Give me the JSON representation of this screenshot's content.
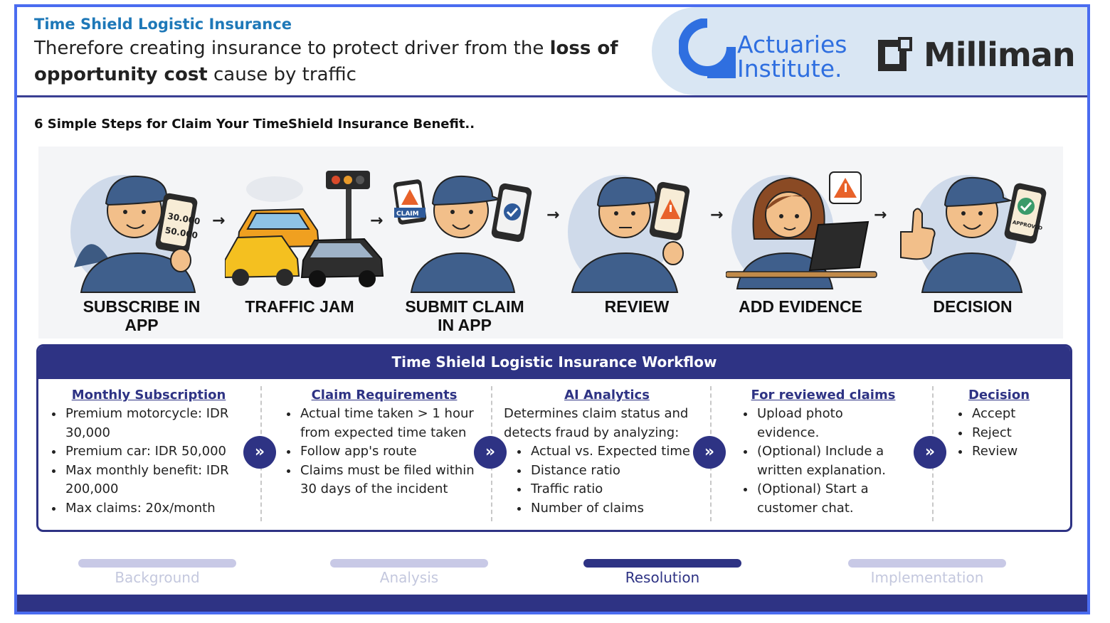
{
  "header": {
    "brand": "Time Shield Logistic Insurance",
    "headline_pre": "Therefore creating insurance to protect driver from the ",
    "headline_bold1": "loss of",
    "headline_bold2": "opportunity cost",
    "headline_post": " cause by traffic",
    "logo1_line1": "Actuaries",
    "logo1_line2": "Institute.",
    "logo2": "Milliman"
  },
  "subtitle": "6 Simple Steps for  Claim Your TimeShield Insurance Benefit..",
  "steps": [
    {
      "label_line1": "SUBSCRIBE IN",
      "label_line2": "APP",
      "phone_text1": "30.000",
      "phone_text2": "50.000"
    },
    {
      "label_line1": "TRAFFIC JAM",
      "label_line2": ""
    },
    {
      "label_line1": "SUBMIT CLAIM",
      "label_line2": "IN APP",
      "badge": "CLAIM"
    },
    {
      "label_line1": "REVIEW",
      "label_line2": ""
    },
    {
      "label_line1": "ADD EVIDENCE",
      "label_line2": ""
    },
    {
      "label_line1": "DECISION",
      "label_line2": "",
      "badge": "APPROVED"
    }
  ],
  "workflow": {
    "title": "Time Shield Logistic Insurance Workflow",
    "col1": {
      "title": "Monthly Subscription",
      "items": [
        "Premium motorcycle: IDR 30,000",
        "Premium car: IDR 50,000",
        "Max monthly benefit: IDR 200,000",
        "Max claims: 20x/month"
      ]
    },
    "col2": {
      "title": "Claim Requirements",
      "items": [
        "Actual time taken > 1 hour from expected time taken",
        "Follow app's route",
        "Claims must be filed within 30 days of the incident"
      ]
    },
    "col3": {
      "title": "AI Analytics",
      "intro": "Determines claim status and detects fraud by analyzing:",
      "items": [
        "Actual vs. Expected time",
        "Distance ratio",
        "Traffic ratio",
        "Number of claims"
      ]
    },
    "col4": {
      "title": "For reviewed claims",
      "items": [
        "Upload photo evidence.",
        "(Optional) Include a written explanation.",
        "(Optional) Start a customer chat."
      ]
    },
    "col5": {
      "title": "Decision",
      "items": [
        "Accept",
        "Reject",
        "Review"
      ]
    },
    "chevron": "»"
  },
  "nav": [
    {
      "label": "Background",
      "active": false
    },
    {
      "label": "Analysis",
      "active": false
    },
    {
      "label": "Resolution",
      "active": true
    },
    {
      "label": "Implementation",
      "active": false
    }
  ],
  "arrow": "→",
  "colors": {
    "navy": "#2e3384",
    "brand_blue": "#1e78b8",
    "frame": "#4a6cf0",
    "logo_bg": "#d9e6f3"
  }
}
